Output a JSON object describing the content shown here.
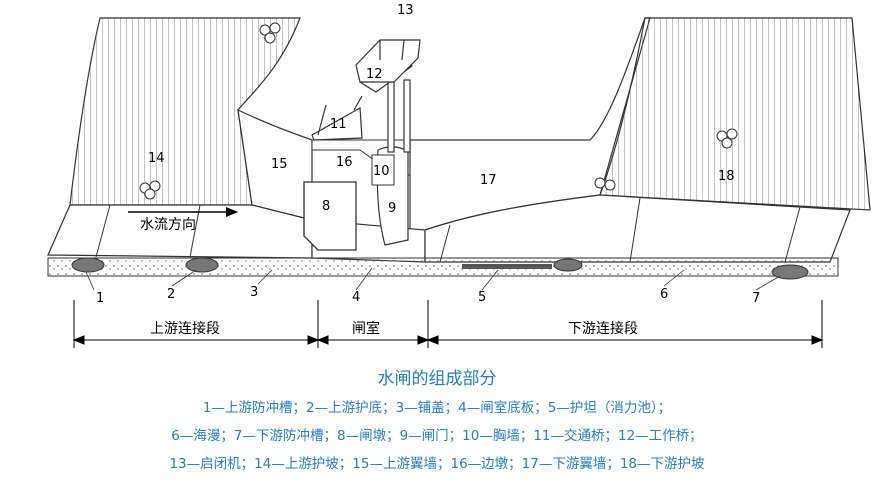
{
  "diagram": {
    "numbers": {
      "n1": "1",
      "n2": "2",
      "n3": "3",
      "n4": "4",
      "n5": "5",
      "n6": "6",
      "n7": "7",
      "n8": "8",
      "n9": "9",
      "n10": "10",
      "n11": "11",
      "n12": "12",
      "n13": "13",
      "n14": "14",
      "n15": "15",
      "n16": "16",
      "n17": "17",
      "n18": "18"
    },
    "flow_label": "水流方向",
    "sections": {
      "upstream": "上游连接段",
      "chamber": "闸室",
      "downstream": "下游连接段"
    }
  },
  "caption": {
    "title": "水闸的组成部分",
    "line1": "1—上游防冲槽；2—上游护底；3—铺盖；4—闸室底板；5—护坦（消力池）；",
    "line2": "6—海漫；7—下游防冲槽；8—闸墩；9—闸门；10—胸墙；11—交通桥；12—工作桥；",
    "line3": "13—启闭机；14—上游护坡；15—上游翼墙；16—边墩；17—下游翼墙；18—下游护坡"
  }
}
